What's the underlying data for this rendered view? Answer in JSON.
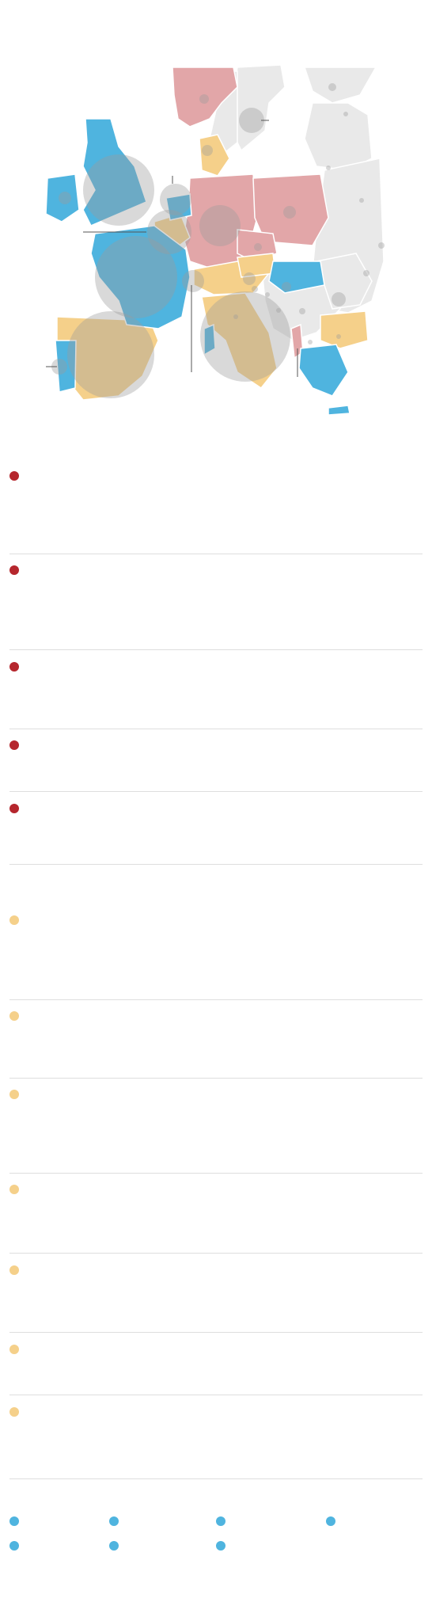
{
  "colors": {
    "red": "#b5262d",
    "red_fill": "#e2a6a8",
    "yellow": "#f5d08a",
    "blue": "#4fb4df",
    "grey_land": "#e8e8e8",
    "bubble": "#9a9a9a",
    "separator": "#dedede"
  },
  "map": {
    "icon": "europe-map",
    "regions_legend": [
      "red",
      "yellow",
      "blue",
      "grey"
    ]
  },
  "list_groups": [
    {
      "color": "red",
      "count": 5
    },
    {
      "color": "yellow",
      "count": 7
    }
  ],
  "legend_dots": {
    "color": "blue",
    "count": 7
  }
}
